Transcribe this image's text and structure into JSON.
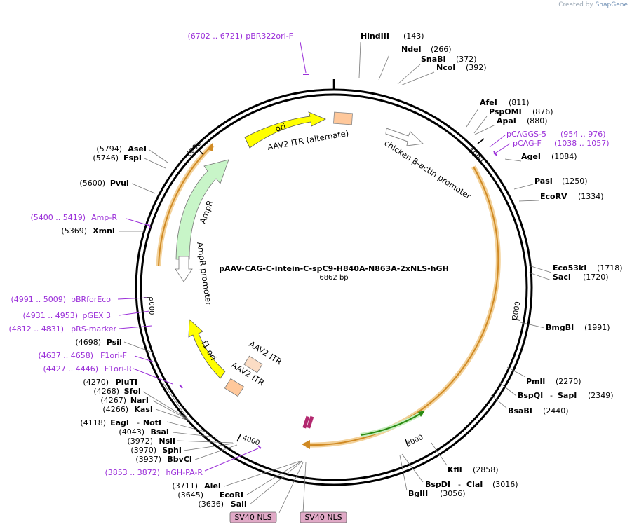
{
  "credit": {
    "prefix": "Created by",
    "brand": "SnapGene"
  },
  "plasmid": {
    "name": "pAAV-CAG-C-intein-C-spC9-H840A-N863A-2xNLS-hGH",
    "size": "6862 bp"
  },
  "ticks": [
    "1000",
    "2000",
    "3000",
    "4000",
    "5000",
    "6000"
  ],
  "features": {
    "ori": "ori",
    "aav2_itr_alt": "AAV2 ITR (alternate)",
    "chicken_actin": "chicken β-actin promoter",
    "ampr": "AmpR",
    "ampr_promoter": "AmpR promoter",
    "f1_ori": "f1 ori",
    "aav2_itr_1": "AAV2 ITR",
    "aav2_itr_2": "AAV2 ITR",
    "sv40_nls_1": "SV40 NLS",
    "sv40_nls_2": "SV40 NLS"
  },
  "right_labels": [
    {
      "name": "HindIII",
      "pos": "(143)"
    },
    {
      "name": "NdeI",
      "pos": "(266)"
    },
    {
      "name": "SnaBI",
      "pos": "(372)"
    },
    {
      "name": "NcoI",
      "pos": "(392)"
    },
    {
      "name": "AfeI",
      "pos": "(811)"
    },
    {
      "name": "PspOMI",
      "pos": "(876)"
    },
    {
      "name": "ApaI",
      "pos": "(880)"
    },
    {
      "name": "pCAGGS-5",
      "pos": "(954 .. 976)"
    },
    {
      "name": "pCAG-F",
      "pos": "(1038 .. 1057)"
    },
    {
      "name": "AgeI",
      "pos": "(1084)"
    },
    {
      "name": "PasI",
      "pos": "(1250)"
    },
    {
      "name": "EcoRV",
      "pos": "(1334)"
    },
    {
      "name": "Eco53kI",
      "pos": "(1718)"
    },
    {
      "name": "SacI",
      "pos": "(1720)"
    },
    {
      "name": "BmgBI",
      "pos": "(1991)"
    },
    {
      "name": "PmlI",
      "pos": "(2270)"
    },
    {
      "name": "BspQI",
      "pos": "(2349)"
    },
    {
      "name": "SapI",
      "pos": ""
    },
    {
      "name": "BsaBI",
      "pos": "(2440)"
    },
    {
      "name": "KflI",
      "pos": "(2858)"
    },
    {
      "name": "BspDI",
      "pos": "(3016)"
    },
    {
      "name": "ClaI",
      "pos": ""
    },
    {
      "name": "BglII",
      "pos": "(3056)"
    }
  ],
  "left_labels": [
    {
      "name": "pBR322ori-F",
      "pos": "(6702 .. 6721)"
    },
    {
      "name": "AseI",
      "pos": "(5794)"
    },
    {
      "name": "FspI",
      "pos": "(5746)"
    },
    {
      "name": "PvuI",
      "pos": "(5600)"
    },
    {
      "name": "Amp-R",
      "pos": "(5400 .. 5419)"
    },
    {
      "name": "XmnI",
      "pos": "(5369)"
    },
    {
      "name": "pBRforEco",
      "pos": "(4991 .. 5009)"
    },
    {
      "name": "pGEX 3'",
      "pos": "(4931 .. 4953)"
    },
    {
      "name": "pRS-marker",
      "pos": "(4812 .. 4831)"
    },
    {
      "name": "PsiI",
      "pos": "(4698)"
    },
    {
      "name": "F1ori-F",
      "pos": "(4637 .. 4658)"
    },
    {
      "name": "F1ori-R",
      "pos": "(4427 .. 4446)"
    },
    {
      "name": "PluTI",
      "pos": "(4270)"
    },
    {
      "name": "SfoI",
      "pos": "(4268)"
    },
    {
      "name": "NarI",
      "pos": "(4267)"
    },
    {
      "name": "KasI",
      "pos": "(4266)"
    },
    {
      "name": "EagI",
      "pos": "(4118)"
    },
    {
      "name": "NotI",
      "pos": ""
    },
    {
      "name": "BsaI",
      "pos": "(4043)"
    },
    {
      "name": "NsiI",
      "pos": "(3972)"
    },
    {
      "name": "SphI",
      "pos": "(3970)"
    },
    {
      "name": "BbvCI",
      "pos": "(3937)"
    },
    {
      "name": "hGH-PA-R",
      "pos": "(3853 .. 3872)"
    },
    {
      "name": "AleI",
      "pos": "(3711)"
    },
    {
      "name": "EcoRI",
      "pos": "(3645)"
    },
    {
      "name": "SalI",
      "pos": "(3636)"
    }
  ],
  "colors": {
    "enzyme": "#000000",
    "primer": "#9b30d9",
    "ori": "#ffff00",
    "itr": "#ffc89b",
    "ampr": "#c8f5c8",
    "orange_cds": "#f0b050",
    "green_cds": "#2a8a12",
    "nls": "#e0a9c6"
  }
}
